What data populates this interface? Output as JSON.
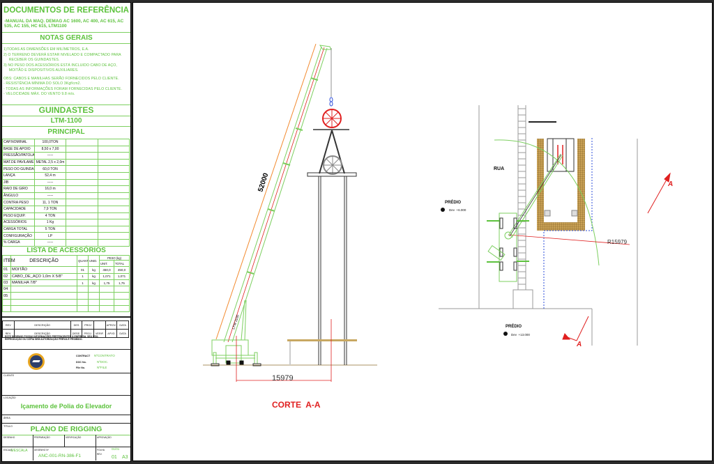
{
  "reference": {
    "title": "DOCUMENTOS DE REFERÊNCIA",
    "text": "-MANUAL DA MAQ. DEMAG AC 1600, AC 400, AC 615, AC 535, AC 155, HC 615, LTM1100"
  },
  "notes": {
    "title": "NOTAS GERAIS",
    "items": [
      "1)TODAS AS DIMENSÕES EM MILÍMETROS, E.A.",
      "2) O TERRENO DEVERÁ ESTAR NIVELADO E COMPACTADO PARA",
      "     RECEBER OS GUINDASTES.",
      "3) NO PESO DOS ACESSÓRIOS ESTÁ INCLUIDO CABO DE AÇO,",
      "     MOITÃO E DISPOSITIVOS AUXILIARES.",
      "OBS:  CABOS E MANILHAS SERÃO FORNECIDOS PELO CLIENTE.",
      "-  RESISTÊNCIA MÍNIMA DO SOLO 3Kgf/cm2.",
      "-  TODAS AS INFORMAÇÕES FORAM FORNECIDAS PELO CLIENTE.",
      "-  VELOCIDADE MÁX. DO VENTO 9.8 m/s."
    ]
  },
  "cranes": {
    "title": "GUINDASTES",
    "model": "LTM-1100",
    "principal_title": "PRINCIPAL",
    "specs": [
      {
        "label": "CAP.NOMINAL",
        "value": "100,0TON"
      },
      {
        "label": "BASE DE APOIO",
        "value": "8,50 x 7,00"
      },
      {
        "label": "PRESSÃO/PATOLA",
        "value": "-----"
      },
      {
        "label": "MAT.DE PAVILAMENTO",
        "value": "METAL 2,5 x 2,0m"
      },
      {
        "label": "PESO DO GUINDASTE",
        "value": "60,0  TON"
      },
      {
        "label": "LANÇA",
        "value": "52,4 m"
      },
      {
        "label": "JIB",
        "value": "-----"
      },
      {
        "label": "RAIO DE GIRO",
        "value": "16,0  m"
      },
      {
        "label": "ÂNGULO",
        "value": "-----"
      },
      {
        "label": "CONTRA PESO",
        "value": "11, 1 TON"
      },
      {
        "label": "CAPACIDADE",
        "value": "7,9  TON"
      },
      {
        "label": "PESO EQUIP.",
        "value": "4  TON"
      },
      {
        "label": "ACESSÓRIOS",
        "value": "1  Kg"
      },
      {
        "label": "CARGA TOTAL",
        "value": "5 TON"
      },
      {
        "label": "CONFIGURAÇÃO",
        "value": "LP"
      },
      {
        "label": "% CARGA",
        "value": "-----"
      }
    ]
  },
  "accessories": {
    "title": "LISTA DE ACESSÓRIOS",
    "headers": {
      "item": "ITEM",
      "desc": "DESCRIÇÃO",
      "qty": "QUANT",
      "unit": "UNID.",
      "weight": "PESO (kg)",
      "unit_w": "UNIT.",
      "total": "TOTAL"
    },
    "rows": [
      {
        "item": "01",
        "desc": "MOITÃO",
        "qty": "01",
        "unit": "kg",
        "unit_w": "450,0",
        "total": "450,0"
      },
      {
        "item": "02",
        "desc": "CABO_DE_AÇO 1,0m X 5/8\"",
        "qty": "1",
        "unit": "kg",
        "unit_w": "1,071",
        "total": "1,071"
      },
      {
        "item": "03",
        "desc": "MANILHA 7/8\"",
        "qty": "1",
        "unit": "kg",
        "unit_w": "1,75",
        "total": "1,75"
      },
      {
        "item": "04",
        "desc": "",
        "qty": "",
        "unit": "",
        "unit_w": "",
        "total": ""
      },
      {
        "item": "05",
        "desc": "",
        "qty": "",
        "unit": "",
        "unit_w": "",
        "total": ""
      }
    ]
  },
  "revision": {
    "row1": [
      "REV",
      "DESCRIÇÃO",
      "DES",
      "PROJ",
      "",
      "APROV",
      "DATA"
    ],
    "row2": [
      "REV.",
      "DESCRIÇÃO",
      "DESE.",
      "PROJ.",
      "VERIF.",
      "APVD",
      "DATA"
    ],
    "disclaimer": "ESTE DESENHO POSSUI INFORMAÇÕES PERTENCENTES À EMPRESA. SEU USO, REPRODUÇÃO OU CÓPIA SEM AUTORIZAÇÃO PRÉVIA É PROIBIDO."
  },
  "title_block": {
    "contract_label": "CONTRACT",
    "contract_value": "NºCONTRATO",
    "doc_label": "DOC No.",
    "doc_value": "NºDOC.",
    "file_label": "File No.",
    "file_value": "NºFILE",
    "client_label": "CLIENTE",
    "location_label": "LOCAÇÃO",
    "subject": "Içamento de Polia do Elevador",
    "area_label": "ÁREA",
    "title_label": "TÍTULO",
    "drawing_title": "PLANO DE RIGGING",
    "drawn_label": "DESENHO",
    "prepared_label": "PREPARAÇÃO",
    "verified_label": "VERIFICAÇÃO",
    "approved_label": "APROVAÇÃO",
    "scale_label": "ESCALA",
    "scale_value": "S/ESCALA",
    "drawing_no_label": "DESENHO Nº",
    "drawing_no": "ANC-001-RN-386-F1",
    "sheet_label": "FOLHA",
    "sheet_value": "01/01",
    "rev_label": "REV.",
    "rev_value": "01",
    "format": "A3"
  },
  "section_view": {
    "boom_length": "52000",
    "crane_label": "LTM 1100",
    "radius_dimension": "15979",
    "caption": "CORTE  A-A"
  },
  "plan_view": {
    "street": "RUA",
    "building_1": "PRÉDIO",
    "level_1": "Dev  +6.000",
    "building_2": "PRÉDIO",
    "level_2": "Dev  +13.000",
    "radius_label": "R15979",
    "section_mark": "A"
  },
  "colors": {
    "green": "#5cc23c",
    "red": "#e02020",
    "orange": "#f28a2e",
    "blue": "#2a4bd8",
    "hatch": "#b08a3a"
  }
}
